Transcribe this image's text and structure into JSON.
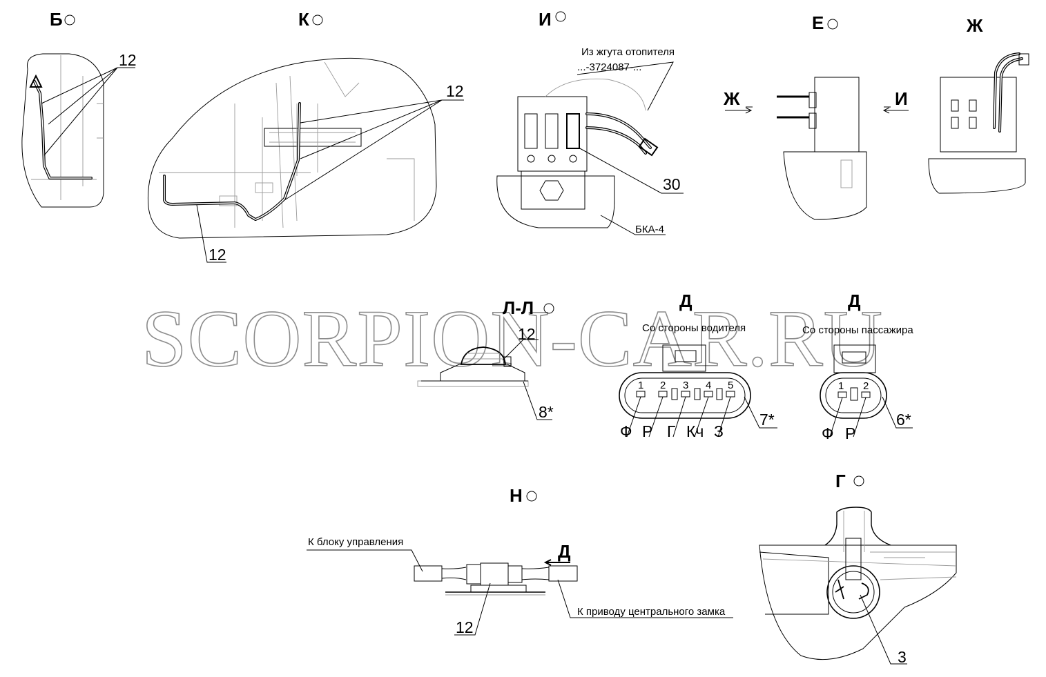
{
  "views": {
    "b": {
      "title": "Б",
      "callout": "12"
    },
    "k": {
      "title": "К",
      "callout_top": "12",
      "callout_bottom": "12"
    },
    "i": {
      "title": "И",
      "note_line1": "Из жгута отопителя",
      "note_line2": "...-3724087-...",
      "callout": "30",
      "base_label": "БКА-4"
    },
    "e": {
      "title": "Е",
      "arrow_left": "Ж",
      "arrow_right": "И"
    },
    "zh": {
      "title": "Ж"
    },
    "ll": {
      "title": "Л-Л",
      "callout_top": "12",
      "callout_bottom": "8*"
    },
    "d_driver": {
      "title": "Д",
      "subtitle": "Со стороны водителя",
      "pins": [
        "1",
        "2",
        "3",
        "4",
        "5"
      ],
      "wires": [
        "Ф",
        "Р",
        "Г",
        "Кч",
        "З"
      ],
      "callout": "7*"
    },
    "d_passenger": {
      "title": "Д",
      "subtitle": "Со стороны пассажира",
      "pins": [
        "1",
        "2"
      ],
      "wires": [
        "Ф",
        "Р"
      ],
      "callout": "6*"
    },
    "n": {
      "title": "Н",
      "label_left": "К блоку управления",
      "label_right": "К приводу центрального замка",
      "arrow": "Д",
      "callout": "12"
    },
    "g": {
      "title": "Г",
      "callout": "3"
    }
  },
  "watermark": "SCORPION-CAR.RU",
  "icons": {
    "view_marker": "circle-arrow-icon"
  }
}
